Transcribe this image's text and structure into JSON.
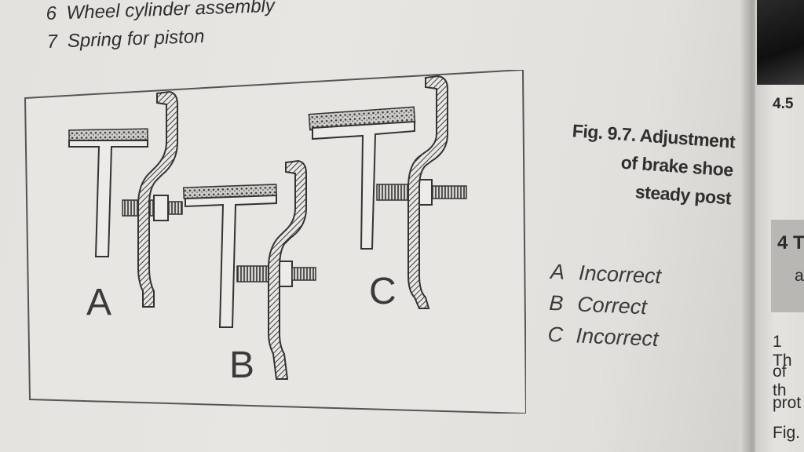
{
  "legend_top": [
    {
      "num": "6",
      "text": "Wheel cylinder assembly"
    },
    {
      "num": "7",
      "text": "Spring for piston"
    }
  ],
  "figure": {
    "labels": {
      "a": "A",
      "b": "B",
      "c": "C"
    },
    "caption_lines": [
      "Fig. 9.7. Adjustment",
      "of brake shoe",
      "steady post"
    ]
  },
  "key": [
    {
      "letter": "A",
      "text": "Incorrect"
    },
    {
      "letter": "B",
      "text": "Correct"
    },
    {
      "letter": "C",
      "text": "Incorrect"
    }
  ],
  "right_page": {
    "section_number": "4.5",
    "heading_number": "4",
    "heading_fragment": "T",
    "banner_fragment": "a",
    "body_lines": [
      "1 Th",
      "of th",
      "prot",
      "Fig."
    ]
  },
  "colors": {
    "paper": "#e6e4e0",
    "ink": "#2e2e2e",
    "frame": "#555555"
  }
}
